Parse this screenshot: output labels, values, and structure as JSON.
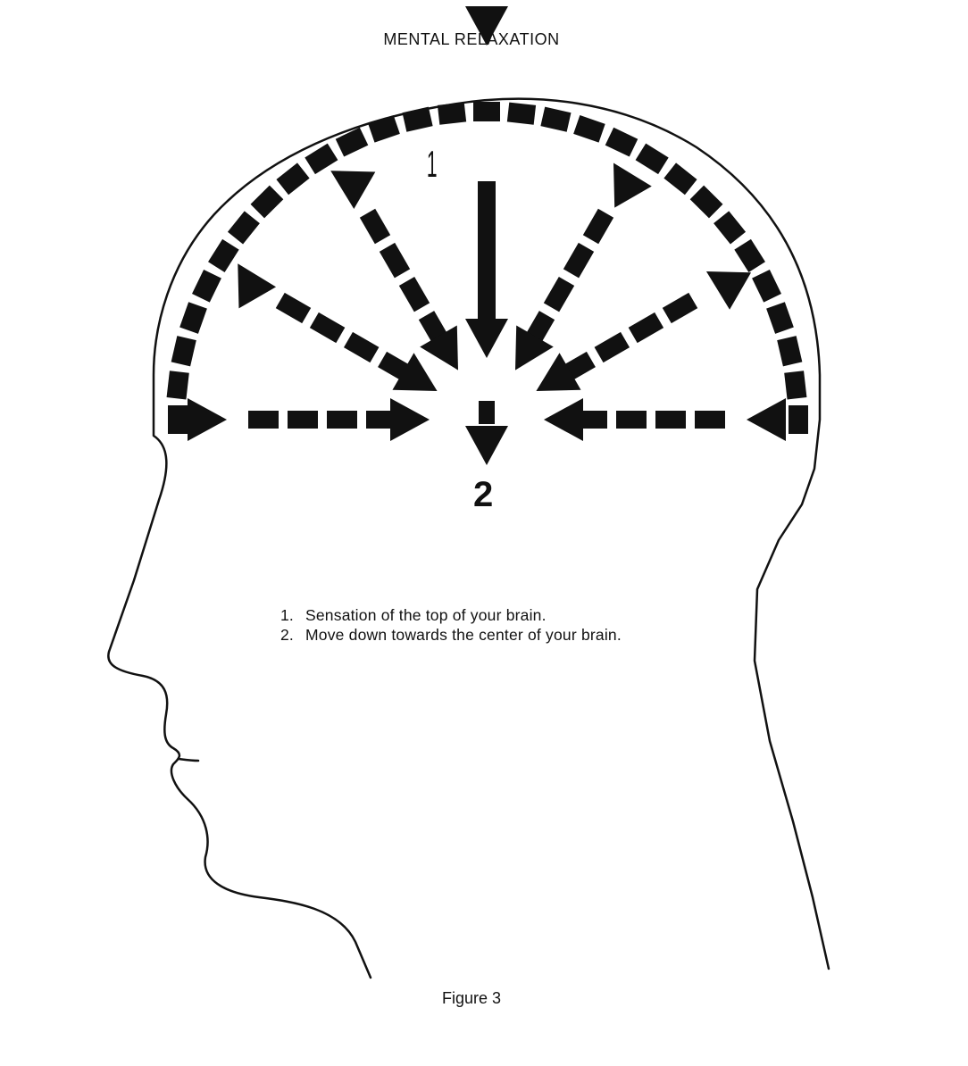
{
  "title": "MENTAL RELAXATION",
  "labels": {
    "one": "1",
    "two": "2"
  },
  "steps": [
    {
      "number": "1.",
      "text": "Sensation of the top of your brain."
    },
    {
      "number": "2.",
      "text": "Move down towards the center of your brain."
    }
  ],
  "figure_caption": "Figure 3",
  "colors": {
    "ink": "#111111",
    "paper": "#ffffff"
  }
}
